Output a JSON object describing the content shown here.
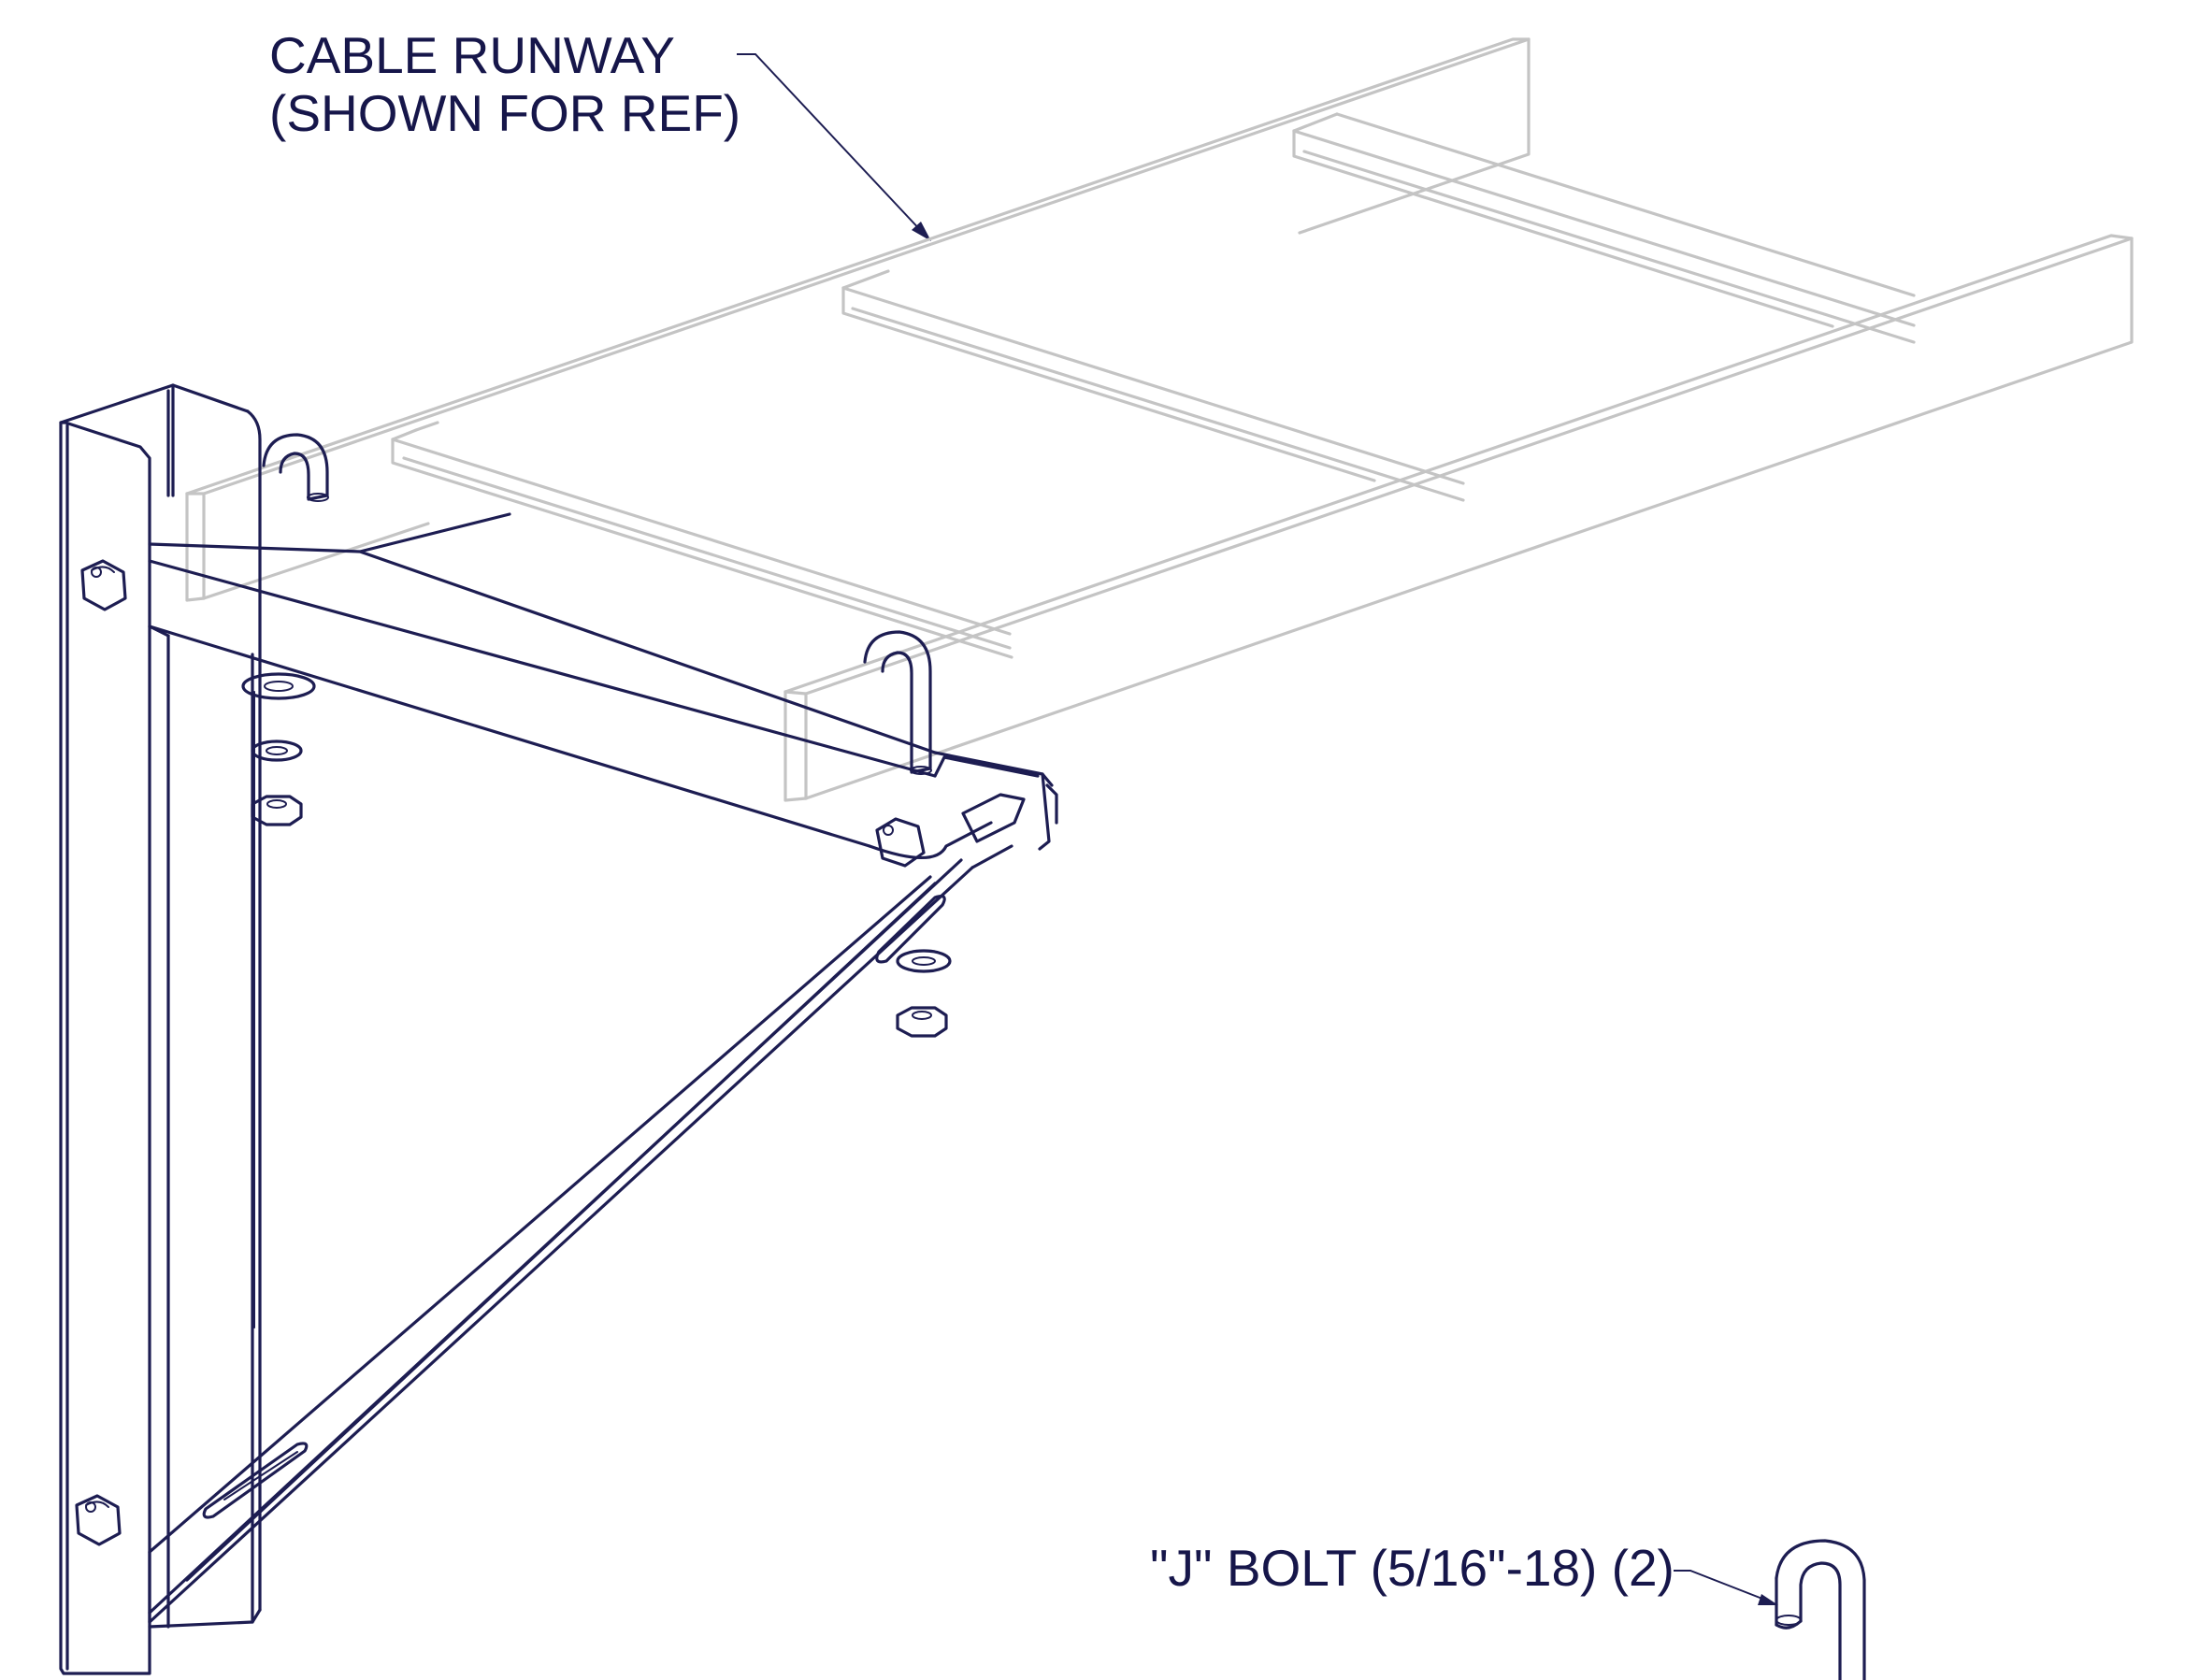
{
  "drawing": {
    "callouts": [
      {
        "id": "cable-runway",
        "lines": [
          "CABLE RUNWAY",
          "(SHOWN FOR REF)"
        ]
      },
      {
        "id": "j-bolt",
        "lines": [
          "\"J\" BOLT (5/16\"-18) (2)"
        ]
      }
    ],
    "colors": {
      "linework": "#1d1d52",
      "reference_linework": "#c4c4c4",
      "text": "#16164a",
      "background": "#ffffff"
    }
  }
}
